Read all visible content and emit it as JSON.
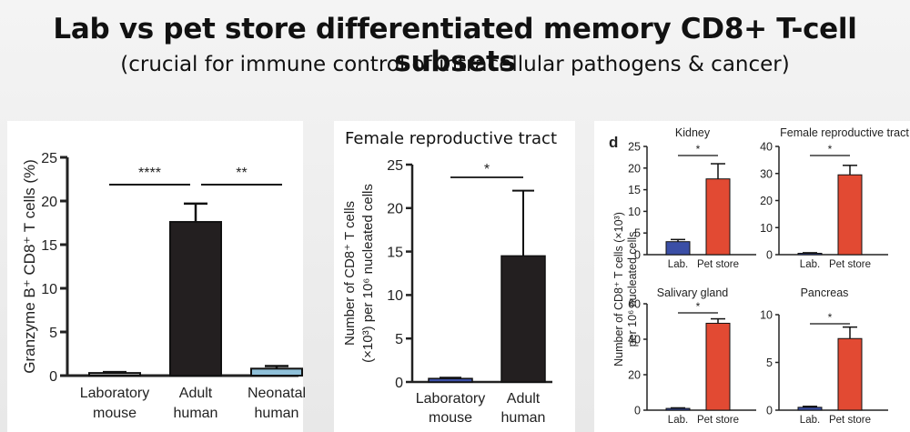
{
  "slide": {
    "title": "Lab vs pet store differentiated memory CD8+ T-cell subsets",
    "subtitle": "(crucial for immune control of intracellular pathogens & cancer)"
  },
  "colors": {
    "black_bar": "#231f20",
    "blue_bar": "#3b4fa6",
    "light_blue_bar": "#8fc0d9",
    "grey_bar": "#a9a9a9",
    "red_bar": "#e24a33"
  },
  "chart_data": [
    {
      "id": "a",
      "type": "bar",
      "ylabel": "Granzyme B⁺ CD8⁺ T cells (%)",
      "ylim": [
        0,
        25
      ],
      "yticks": [
        0,
        5,
        10,
        15,
        20,
        25
      ],
      "categories": [
        [
          "Laboratory",
          "mouse"
        ],
        [
          "Adult",
          "human"
        ],
        [
          "Neonatal",
          "human"
        ]
      ],
      "values": [
        0.3,
        17.6,
        0.8
      ],
      "errors": [
        0.1,
        2.1,
        0.3
      ],
      "bar_colors": [
        "#a9a9a9",
        "#231f20",
        "#8fc0d9"
      ],
      "significance": [
        {
          "from": 0,
          "to": 1,
          "label": "****"
        },
        {
          "from": 1,
          "to": 2,
          "label": "**"
        }
      ]
    },
    {
      "id": "b",
      "type": "bar",
      "heading": "Female reproductive tract",
      "ylabel": [
        "Number of CD8⁺ T cells",
        "(×10³) per 10⁶ nucleated cells"
      ],
      "ylim": [
        0,
        25
      ],
      "yticks": [
        0,
        5,
        10,
        15,
        20,
        25
      ],
      "categories": [
        [
          "Laboratory",
          "mouse"
        ],
        [
          "Adult",
          "human"
        ]
      ],
      "values": [
        0.4,
        14.5
      ],
      "errors": [
        0.1,
        7.5
      ],
      "bar_colors": [
        "#3b4fa6",
        "#231f20"
      ],
      "significance": [
        {
          "from": 0,
          "to": 1,
          "label": "*"
        }
      ]
    },
    {
      "id": "d",
      "panel_letter": "d",
      "type": "bar",
      "shared_ylabel": [
        "Number of CD8⁺ T cells (×10³)",
        "per 10⁶ nucleated cells"
      ],
      "categories": [
        "Lab.",
        "Pet store"
      ],
      "bar_colors": [
        "#3b4fa6",
        "#e24a33"
      ],
      "subplots": [
        {
          "title": "Kidney",
          "ylim": [
            0,
            25
          ],
          "yticks": [
            0,
            5,
            10,
            15,
            20,
            25
          ],
          "values": [
            3.0,
            17.5
          ],
          "errors": [
            0.5,
            3.5
          ],
          "significance": "*"
        },
        {
          "title": "Female reproductive tract",
          "ylim": [
            0,
            40
          ],
          "yticks": [
            0,
            10,
            20,
            30,
            40
          ],
          "values": [
            0.5,
            29.5
          ],
          "errors": [
            0.2,
            3.5
          ],
          "significance": "*"
        },
        {
          "title": "Salivary gland",
          "ylim": [
            0,
            60
          ],
          "yticks": [
            0,
            20,
            40,
            60
          ],
          "values": [
            1.0,
            49.0
          ],
          "errors": [
            0.3,
            2.5
          ],
          "significance": "*"
        },
        {
          "title": "Pancreas",
          "ylim": [
            0,
            10
          ],
          "yticks": [
            0,
            5,
            10
          ],
          "values": [
            0.3,
            7.5
          ],
          "errors": [
            0.1,
            1.2
          ],
          "significance": "*"
        }
      ]
    }
  ]
}
